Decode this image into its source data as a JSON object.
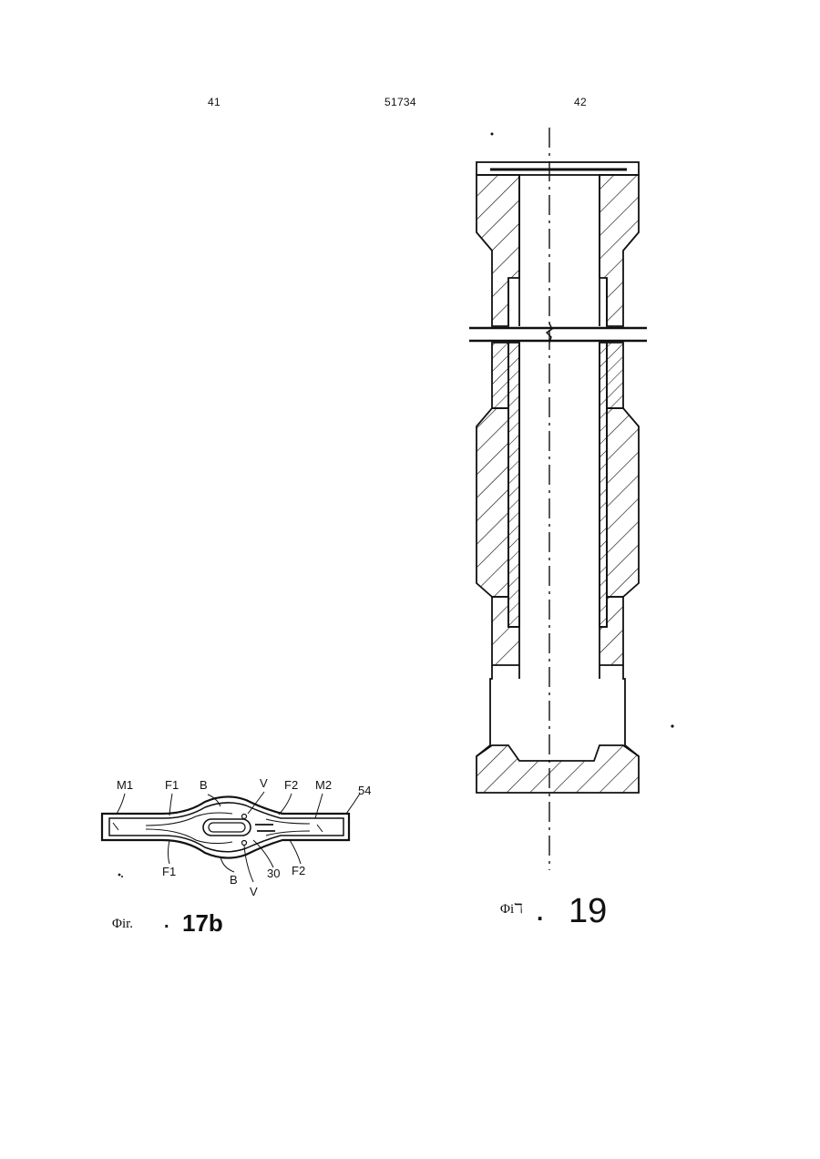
{
  "header": {
    "left_page": "41",
    "doc_number": "51734",
    "right_page": "42"
  },
  "figure_17b": {
    "labels": {
      "m1": "M1",
      "f1_top": "F1",
      "b_top": "B",
      "v_top": "V",
      "f2_top": "F2",
      "m2": "M2",
      "n54": "54",
      "f1_bottom": "F1",
      "b_bottom": "B",
      "n30": "30",
      "f2_bottom": "F2",
      "v_bottom": "V"
    },
    "caption_prefix": "Φir.",
    "caption_dot": ".",
    "caption_number": "17b"
  },
  "figure_19": {
    "caption_prefix": "Φiℸ",
    "caption_dot": ".",
    "caption_number": "19"
  }
}
